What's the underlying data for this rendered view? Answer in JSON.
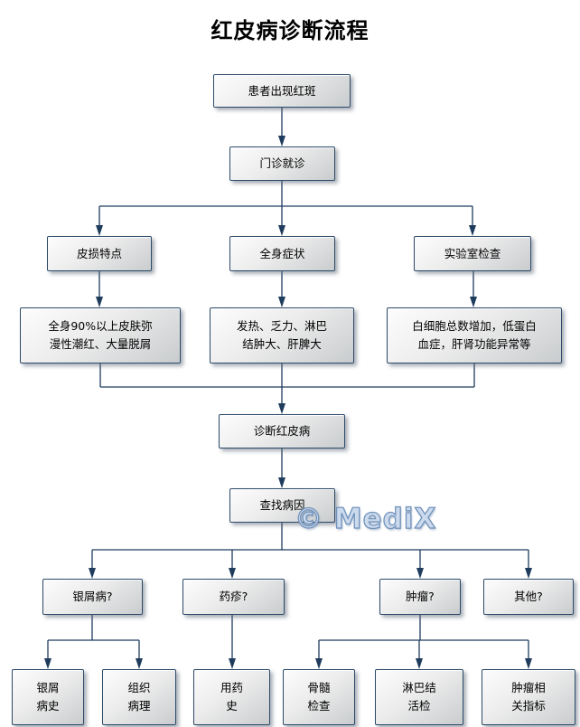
{
  "title": "红皮病诊断流程",
  "watermark": "© MediX",
  "colors": {
    "connector_line": "#1f3c5d",
    "box_border": "#2c4a69",
    "box_fill_top": "#fdfdfd",
    "box_fill_bottom": "#c9ccce",
    "watermark_fill": "#ccdaed",
    "watermark_outline": "#7293bb"
  },
  "nodes": [
    {
      "id": "patient-rash",
      "label": "患者出现红斑"
    },
    {
      "id": "outpatient-visit",
      "label": "门诊就诊"
    },
    {
      "id": "skin-lesion",
      "label": "皮损特点"
    },
    {
      "id": "systemic-symptoms",
      "label": "全身症状"
    },
    {
      "id": "lab-tests",
      "label": "实验室检查"
    },
    {
      "id": "skin-lesion-detail",
      "label": "全身90%以上皮肤弥\n漫性潮红、大量脱屑"
    },
    {
      "id": "systemic-detail",
      "label": "发热、乏力、淋巴\n结肿大、肝脾大"
    },
    {
      "id": "lab-detail",
      "label": "白细胞总数增加，低蛋白\n血症，肝肾功能异常等"
    },
    {
      "id": "diagnosis",
      "label": "诊断红皮病"
    },
    {
      "id": "find-cause",
      "label": "查找病因"
    },
    {
      "id": "psoriasis-question",
      "label": "银屑病?"
    },
    {
      "id": "drug-eruption-question",
      "label": "药疹?"
    },
    {
      "id": "tumor-question",
      "label": "肿瘤?"
    },
    {
      "id": "other-question",
      "label": "其他?"
    },
    {
      "id": "psoriasis-history",
      "label": "银屑\n病史"
    },
    {
      "id": "histopathology",
      "label": "组织\n病理"
    },
    {
      "id": "medication-history",
      "label": "用药\n史"
    },
    {
      "id": "bone-marrow-exam",
      "label": "骨髓\n检查"
    },
    {
      "id": "lymph-node-biopsy",
      "label": "淋巴结\n活检"
    },
    {
      "id": "tumor-markers",
      "label": "肿瘤相\n关指标"
    }
  ]
}
